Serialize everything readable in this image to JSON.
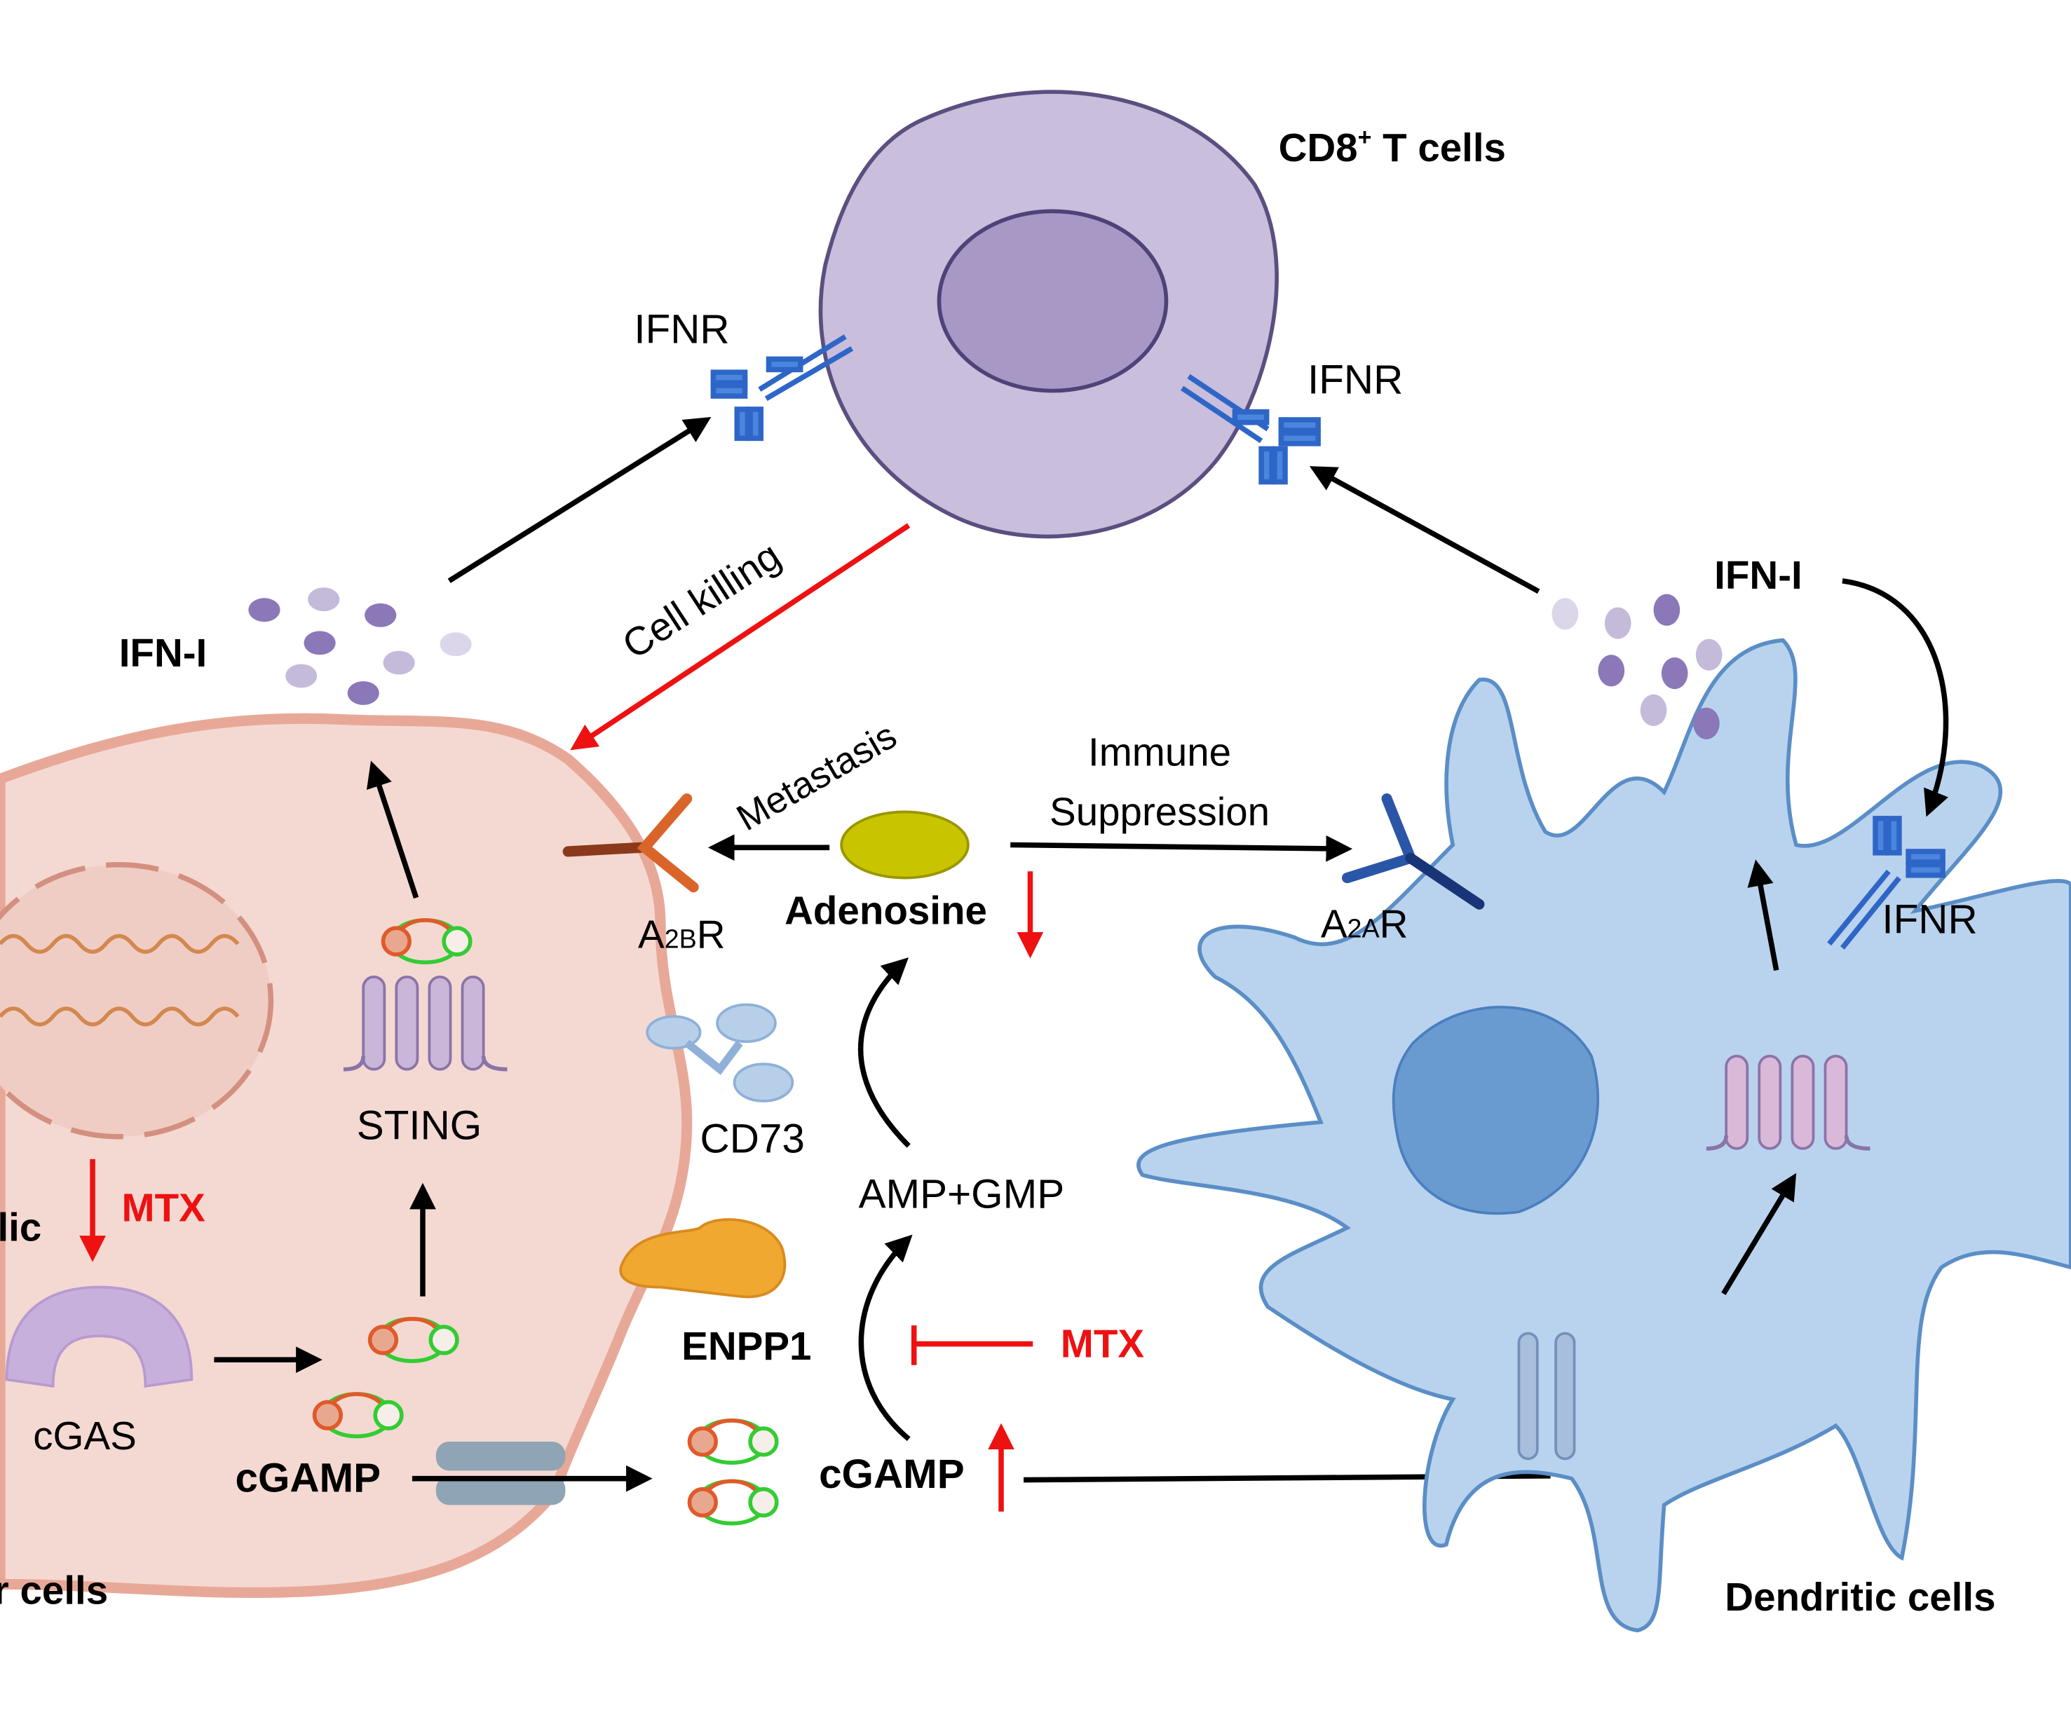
{
  "labels": {
    "cd8_title": "CD8",
    "cd8_sup": "+",
    "cd8_rest": " T cells",
    "ifnr_left": "IFNR",
    "ifnr_right": "IFNR",
    "ifnr_dc": "IFNR",
    "ifn_left": "IFN-I",
    "ifn_right": "IFN-I",
    "cell_killing": "Cell killing",
    "metastasis": "Metastasis",
    "immune": "Immune",
    "suppression": "Suppression",
    "adenosine": "Adenosine",
    "a2br_a": "A",
    "a2br_sub": "2B",
    "a2br_r": "R",
    "a2ar_a": "A",
    "a2ar_sub": "2A",
    "a2ar_r": "R",
    "cd73": "CD73",
    "sting": "STING",
    "amp_gmp": "AMP+GMP",
    "enpp1": "ENPP1",
    "mtx_center": "MTX",
    "mtx_left": "MTX",
    "cgas": "cGAS",
    "cgamp_left": "cGAMP",
    "cgamp_center": "cGAMP",
    "cytosolic_partial": "lic",
    "tumor_partial": "r cells",
    "dendritic": "Dendritic cells"
  },
  "colors": {
    "tumor_fill": "#f4d9d2",
    "tumor_stroke": "#e8a898",
    "tcell_fill": "#c9bedb",
    "tcell_nucleus": "#a898c6",
    "dc_fill": "#b9d3ee",
    "dc_nucleus": "#6a9bd0",
    "inhibit_red": "#ee1111",
    "adenosine": "#c8c400"
  }
}
